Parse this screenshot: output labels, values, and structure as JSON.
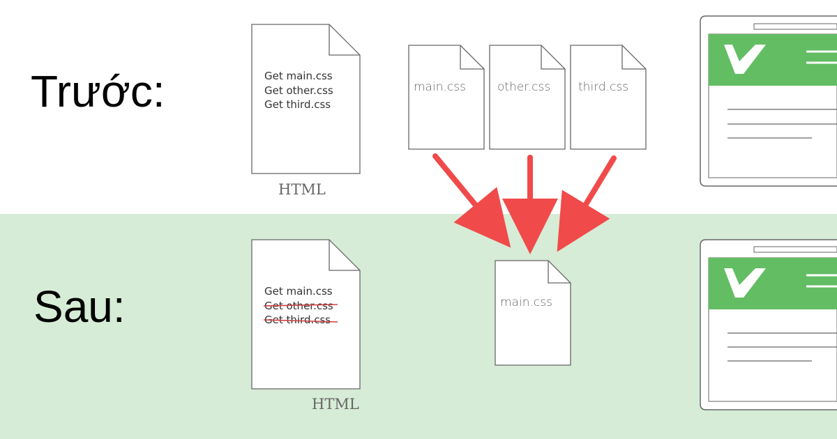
{
  "before": {
    "label": "Trước:",
    "html_doc": {
      "lines": [
        "Get main.css",
        "Get other.css",
        "Get third.css"
      ],
      "caption": "HTML"
    },
    "css_files": [
      "main.css",
      "other.css",
      "third.css"
    ]
  },
  "after": {
    "label": "Sau:",
    "html_doc": {
      "lines": [
        "Get main.css",
        "Get other.css",
        "Get third.css"
      ],
      "struck_lines": [
        false,
        true,
        true
      ],
      "caption": "HTML"
    },
    "css_file": "main.css"
  },
  "colors": {
    "after_band": "#d6ecd6",
    "arrow": "#f04a4a",
    "browser_header": "#63bd63",
    "strike": "#d04040",
    "outline": "#666666"
  },
  "icons": {
    "browser_logo": "checkmark-v-logo-icon",
    "browser_menu": "hamburger-menu-icon"
  }
}
